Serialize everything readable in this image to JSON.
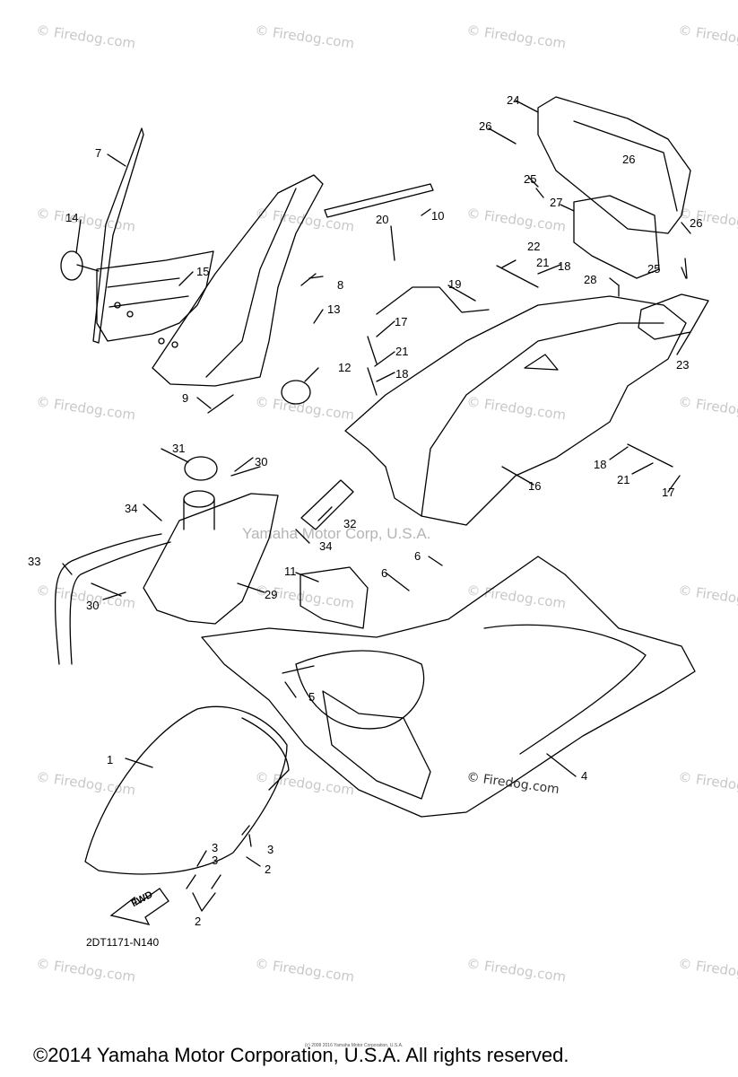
{
  "watermark_text": "© Firedog.com",
  "center_watermark": "Yamaha Motor Corp, U.S.A.",
  "inline_watermark": "© Firedog.com",
  "diagram_code": "2DT1171-N140",
  "fwd_label": "FWD",
  "fine_print": "(c) 2008 2016 Yamaha Motor Corporation, U.S.A.",
  "copyright": "©2014 Yamaha Motor Corporation, U.S.A. All rights reserved.",
  "part_labels": [
    "1",
    "2",
    "2",
    "2",
    "3",
    "3",
    "3",
    "4",
    "5",
    "6",
    "6",
    "7",
    "8",
    "9",
    "10",
    "11",
    "12",
    "13",
    "14",
    "15",
    "16",
    "17",
    "17",
    "18",
    "18",
    "18",
    "19",
    "20",
    "21",
    "21",
    "21",
    "22",
    "23",
    "24",
    "25",
    "25",
    "26",
    "26",
    "26",
    "27",
    "28",
    "29",
    "30",
    "30",
    "31",
    "32",
    "33",
    "34",
    "34"
  ]
}
